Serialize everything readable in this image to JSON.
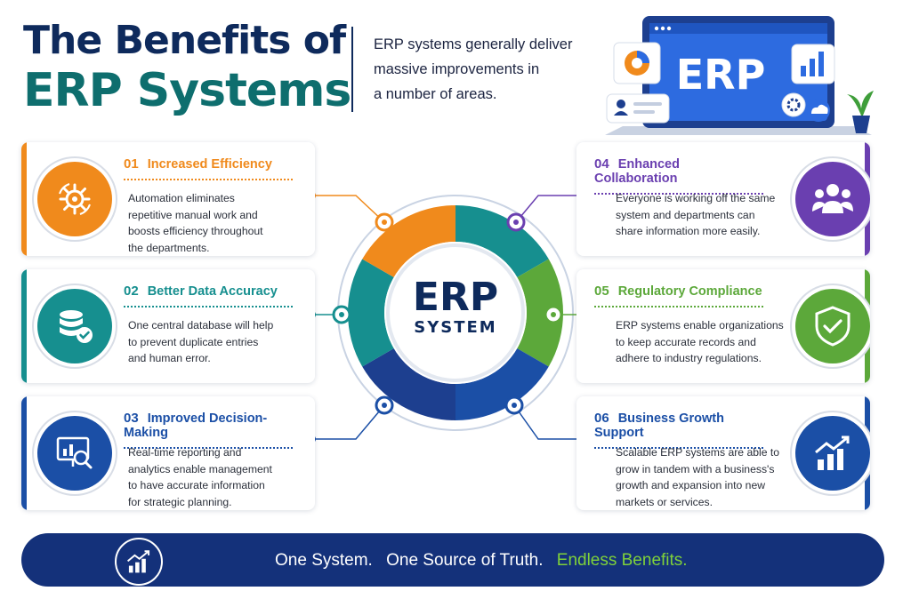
{
  "header": {
    "title_line1": "The Benefits of",
    "title_line2": "ERP Systems",
    "intro_line1": "ERP systems generally deliver",
    "intro_line2": "massive improvements in",
    "intro_line3": "a number of areas.",
    "hero_badge": "ERP"
  },
  "center": {
    "title": "ERP",
    "subtitle": "SYSTEM"
  },
  "benefits": [
    {
      "number": "01",
      "title": "Increased Efficiency",
      "desc": "Automation eliminates repetitive manual work and boosts efficiency throughout the departments.",
      "color": "#f08a1c",
      "icon": "gear-cycle-icon"
    },
    {
      "number": "02",
      "title": "Better Data Accuracy",
      "desc": "One central database will help to prevent duplicate entries and human error.",
      "color": "#168f8f",
      "icon": "database-check-icon"
    },
    {
      "number": "03",
      "title": "Improved Decision-Making",
      "desc": "Real-time reporting and analytics enable management to have accurate information for strategic planning.",
      "color": "#1b4fa6",
      "icon": "analytics-board-icon"
    },
    {
      "number": "04",
      "title": "Enhanced Collaboration",
      "desc": "Everyone is working off the same system and departments can share information more easily.",
      "color": "#6a3fb0",
      "icon": "team-icon"
    },
    {
      "number": "05",
      "title": "Regulatory Compliance",
      "desc": "ERP systems enable organizations to keep accurate records and adhere to industry regulations.",
      "color": "#5ca83a",
      "icon": "shield-check-icon"
    },
    {
      "number": "06",
      "title": "Business Growth Support",
      "desc": "Scalable ERP systems are able to grow in tandem with a business's growth and expansion into new markets or services.",
      "color": "#1b4fa6",
      "icon": "growth-chart-icon"
    }
  ],
  "banner": {
    "part1": "One System.",
    "part2": "One Source of Truth.",
    "part3": "Endless Benefits.",
    "icon": "growth-chart-icon",
    "color": "#14317a",
    "accent": "#7fd13a"
  }
}
